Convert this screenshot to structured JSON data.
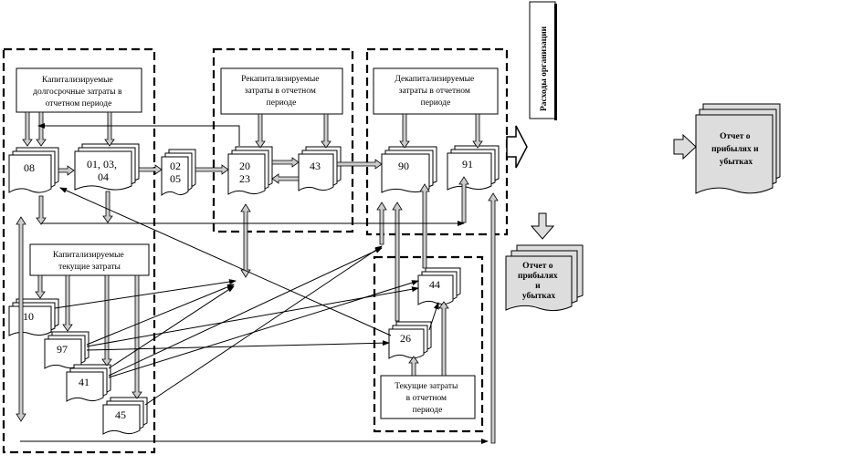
{
  "groups": {
    "capitalized": {
      "longterm_box": [
        "Капитализируемые",
        "долгосрочные затраты в",
        "отчетном периоде"
      ],
      "current_box": [
        "Капитализируемые",
        "текущие затраты"
      ]
    },
    "recapitalized": {
      "box": [
        "Рекапитализируемые",
        "затраты в отчетном",
        "периоде"
      ]
    },
    "decapitalized": {
      "box": [
        "Декапитализируемые",
        "затраты в отчетном",
        "периоде"
      ]
    },
    "current_period": {
      "box": [
        "Текущие затраты",
        "в отчетном",
        "периоде"
      ]
    }
  },
  "accounts": {
    "a08": "08",
    "a010304": [
      "01, 03,",
      "04"
    ],
    "a0205": [
      "02",
      "05"
    ],
    "a2023": [
      "20",
      "23"
    ],
    "a43": "43",
    "a90": "90",
    "a91": "91",
    "a10": "10",
    "a97": "97",
    "a41": "41",
    "a45": "45",
    "a44": "44",
    "a26": "26"
  },
  "expenses_label": "Расходы организации",
  "report_main": [
    "Отчет о",
    "прибылях и",
    "убытках"
  ],
  "report_small": [
    "Отчет о",
    "прибылях",
    "и",
    "убытках"
  ]
}
